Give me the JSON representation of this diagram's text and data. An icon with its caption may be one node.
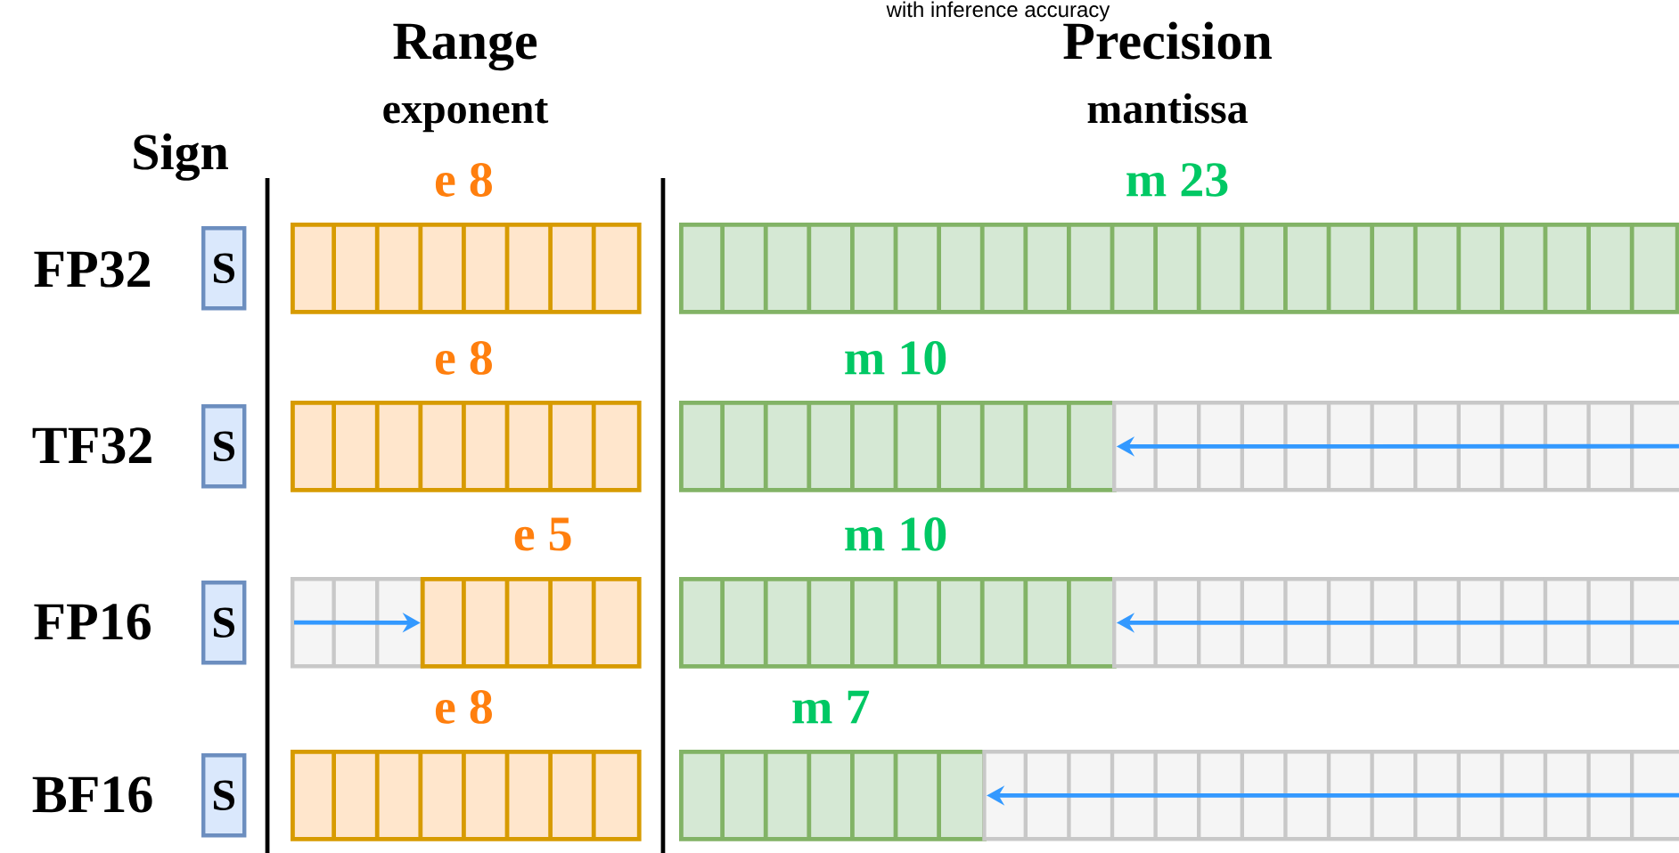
{
  "diagram": {
    "nodes": [
      {
        "text": [
          "S"
        ]
      },
      {
        "text": [],
        "shape": "bar",
        "beside": [
          "e 8"
        ]
      },
      {
        "text": [],
        "shape": "bar",
        "beside": [
          "m 23"
        ]
      },
      {
        "text": [
          "S"
        ]
      },
      {
        "text": [],
        "shape": "bar",
        "beside": [
          "e 8"
        ]
      },
      {
        "text": [],
        "shape": "bar",
        "beside": [
          "m 10"
        ]
      },
      {
        "text": [],
        "shape": "bar"
      },
      {
        "text": [
          "S"
        ]
      },
      {
        "text": [],
        "shape": "bar"
      },
      {
        "text": [],
        "shape": "bar",
        "beside": [
          "e 5"
        ]
      },
      {
        "text": [],
        "shape": "bar",
        "beside": [
          "m 10"
        ]
      },
      {
        "text": [],
        "shape": "bar"
      },
      {
        "text": [
          "S"
        ]
      },
      {
        "text": [],
        "shape": "bar",
        "beside": [
          "e 8"
        ]
      },
      {
        "text": [],
        "shape": "bar",
        "beside": [
          "m 7"
        ]
      },
      {
        "text": [],
        "shape": "bar"
      }
    ],
    "edges": [
      {
        "from": 6,
        "to": 5,
        "arrow": "to"
      },
      {
        "from": 8,
        "to": 9,
        "arrow": "to"
      },
      {
        "from": 11,
        "to": 10,
        "arrow": "to"
      },
      {
        "from": 15,
        "to": 14,
        "arrow": "to"
      }
    ],
    "labels": [
      "with inference accuracy",
      "Range",
      "Precision",
      "exponent",
      "mantissa",
      "Sign",
      "FP32",
      "TF32",
      "FP16",
      "BF16"
    ]
  }
}
